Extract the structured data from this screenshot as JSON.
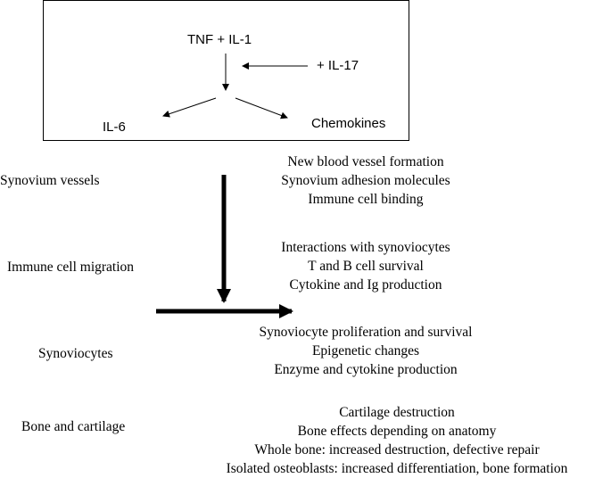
{
  "top_box": {
    "source": "TNF + IL-1",
    "modifier": "+ IL-17",
    "left_output": "IL-6",
    "right_output": "Chemokines"
  },
  "stages": [
    {
      "label": "Synovium  vessels",
      "effects": [
        "New blood vessel formation",
        "Synovium  adhesion molecules",
        "Immune  cell binding"
      ]
    },
    {
      "label": "Immune  cell migration",
      "effects": [
        "Interactions  with synoviocytes",
        "T and B cell survival",
        "Cytokine and Ig production"
      ]
    },
    {
      "label": "Synoviocytes",
      "effects": [
        "Synoviocyte  proliferation and survival",
        "Epigenetic changes",
        "Enzyme and cytokine  production"
      ]
    },
    {
      "label": "Bone and cartilage",
      "effects": [
        "Cartilage destruction",
        "Bone effects depending  on anatomy",
        "Whole bone: increased destruction, defective repair",
        "Isolated osteoblasts: increased differentiation, bone formation"
      ]
    }
  ]
}
